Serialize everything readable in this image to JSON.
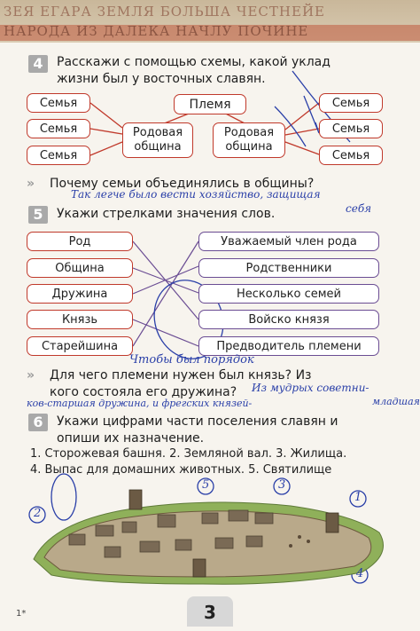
{
  "header": {
    "line1": "ЗЕЯ ЕГАРА ЗЕМЛЯ БОЛЬША ЧЕСТНЕЙЕ",
    "line2": "НАРОДА ИЗ ДАЛЕКА НАЧЛУ ПОЧИНЕ"
  },
  "task4": {
    "number": "4",
    "text_line1": "Расскажи с помощью схемы, какой уклад",
    "text_line2": "жизни был у восточных славян.",
    "plemya": "Племя",
    "semya": "Семья",
    "obshchina_line1": "Родовая",
    "obshchina_line2": "община",
    "question": "Почему семьи объединялись в общины?",
    "answer_line1": "Так легче было вести хозяйство, защищая",
    "answer_line2": "себя"
  },
  "task5": {
    "number": "5",
    "text": "Укажи стрелками значения слов.",
    "left": [
      "Род",
      "Община",
      "Дружина",
      "Князь",
      "Старейшина"
    ],
    "right": [
      "Уважаемый член рода",
      "Родственники",
      "Несколько семей",
      "Войско князя",
      "Предводитель племени"
    ],
    "question_line1": "Для чего племени нужен был князь? Из",
    "question_line2": "кого состояла его дружина?",
    "answer_a": "Чтобы был порядок",
    "answer_b_line1": "Из мудрых советни-",
    "answer_b_line2": "ков-старшая дружина, и фрегских князей-",
    "answer_b_line3": "младшая."
  },
  "task6": {
    "number": "6",
    "text_line1": "Укажи цифрами части поселения славян и",
    "text_line2": "опиши их назначение.",
    "list_line1": "1. Сторожевая башня. 2. Земляной вал. 3. Жилища.",
    "list_line2": "4. Выпас для домашних животных. 5. Святилище",
    "marks": [
      "1",
      "2",
      "3",
      "4",
      "5"
    ]
  },
  "page": {
    "number": "3",
    "footnote": "1*"
  }
}
